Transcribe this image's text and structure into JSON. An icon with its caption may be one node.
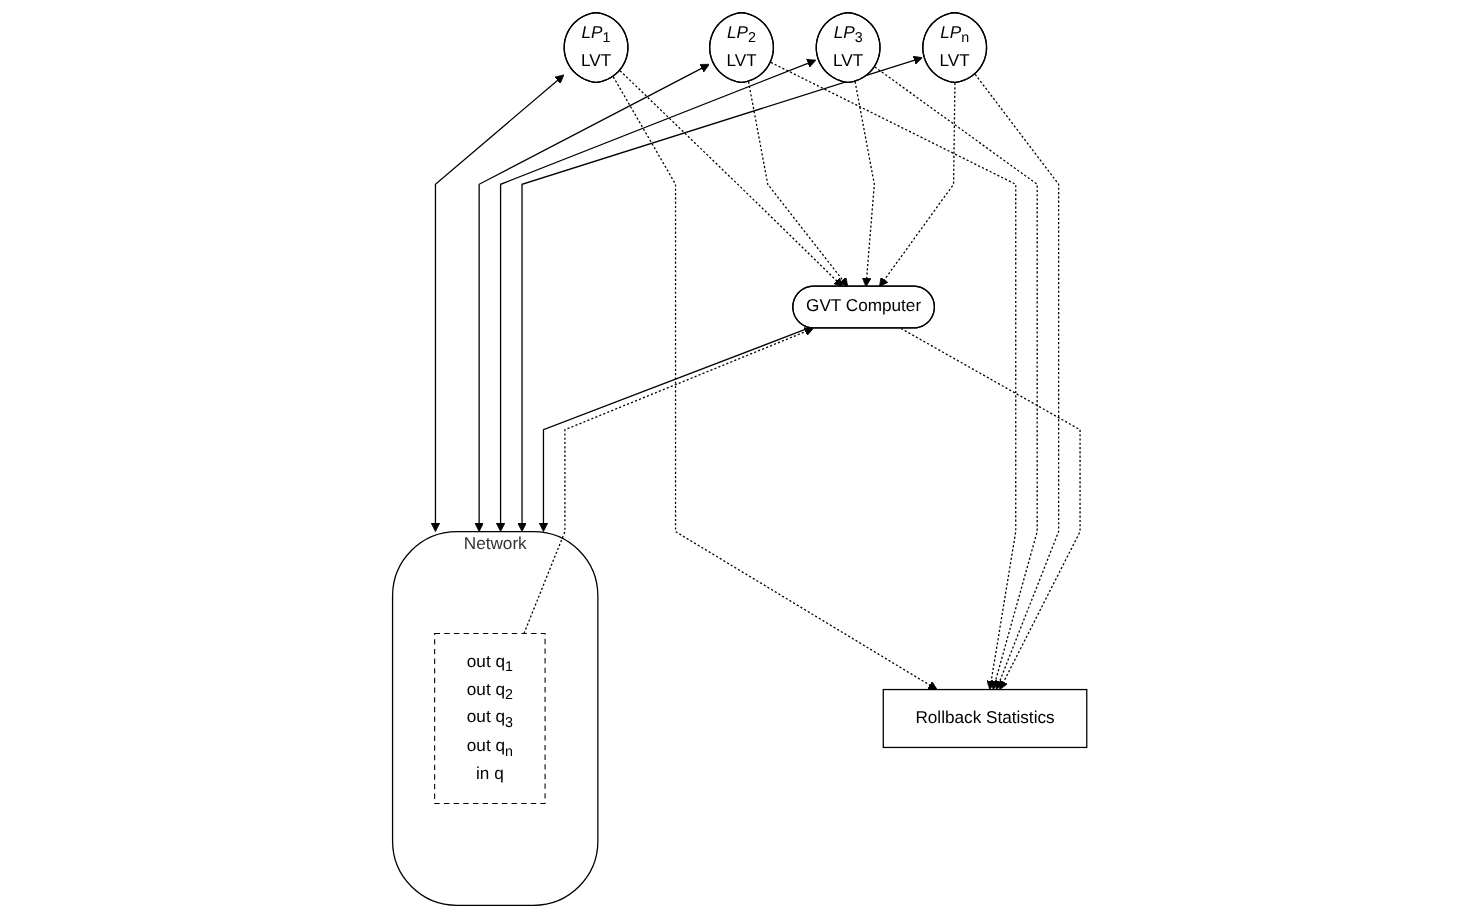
{
  "diagram": {
    "nodes": [
      {
        "text": [
          "Rollback Statistics"
        ]
      },
      {
        "text": [
          "*LP*$_{1}$",
          "LVT"
        ]
      },
      {
        "text": [
          "*LP*$_{2}$",
          "LVT"
        ]
      },
      {
        "text": [
          "*LP*$_{3}$",
          "LVT"
        ]
      },
      {
        "text": [
          "*LP*$_{n}$",
          "LVT"
        ]
      },
      {
        "text": [
          "Network"
        ]
      },
      {
        "text": [
          "out q$_{1}$",
          "out q$_{2}$",
          "out q$_{3}$",
          "out q$_{n}$",
          "in q"
        ],
        "in": 5
      },
      {
        "text": [
          "GVT Computer"
        ]
      }
    ],
    "edges": [
      {
        "from": 1,
        "to": 0,
        "arrow": "to",
        "style": "dashed"
      },
      {
        "from": 2,
        "to": 0,
        "arrow": "to",
        "style": "dashed"
      },
      {
        "from": 3,
        "to": 0,
        "arrow": "to",
        "style": "dashed"
      },
      {
        "from": 4,
        "to": 0,
        "arrow": "to",
        "style": "dashed"
      },
      {
        "from": 1,
        "to": 5,
        "arrow": "both"
      },
      {
        "from": 2,
        "to": 5,
        "arrow": "both"
      },
      {
        "from": 3,
        "to": 5,
        "arrow": "both"
      },
      {
        "from": 4,
        "to": 5,
        "arrow": "both"
      },
      {
        "from": 1,
        "to": 7,
        "arrow": "to",
        "style": "dashed"
      },
      {
        "from": 2,
        "to": 7,
        "arrow": "to",
        "style": "dashed"
      },
      {
        "from": 3,
        "to": 7,
        "arrow": "to",
        "style": "dashed"
      },
      {
        "from": 4,
        "to": 7,
        "arrow": "to",
        "style": "dashed"
      },
      {
        "from": 7,
        "to": 5,
        "arrow": "to"
      },
      {
        "from": 6,
        "to": 7,
        "arrow": "to",
        "style": "dashed"
      },
      {
        "from": 7,
        "to": 0,
        "arrow": "to",
        "style": "dashed"
      }
    ]
  }
}
